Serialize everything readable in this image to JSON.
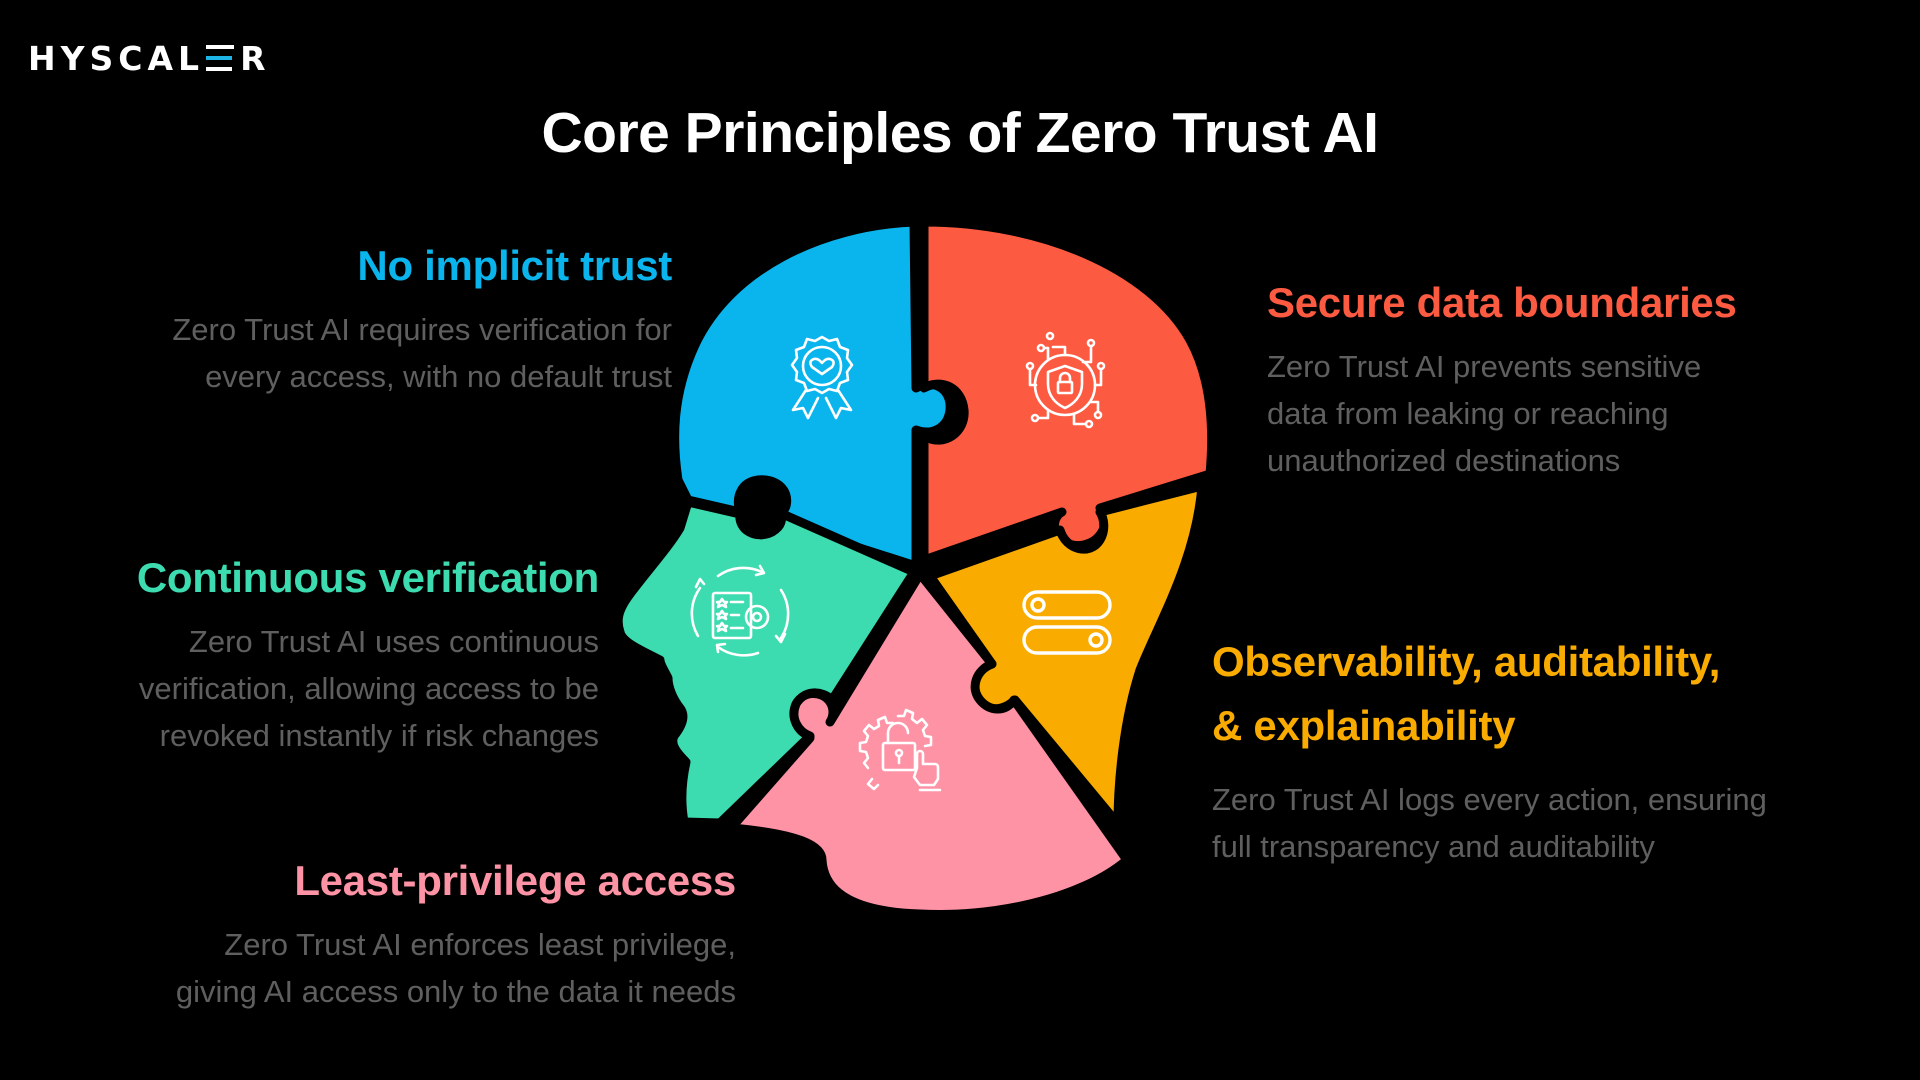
{
  "brand": {
    "logo_text_left": "HYSCAL",
    "logo_text_right": "R",
    "accent": "#1cb5e6"
  },
  "title": "Core Principles of Zero Trust AI",
  "principles": [
    {
      "id": "no-implicit-trust",
      "heading": "No implicit trust",
      "color": "#0ab4ec",
      "icon": "award-badge-check-icon",
      "lines": [
        "Zero Trust AI requires verification for",
        "every access, with no default trust"
      ]
    },
    {
      "id": "secure-data-boundaries",
      "heading": "Secure data boundaries",
      "color": "#fd5a42",
      "icon": "shield-lock-circuit-icon",
      "lines": [
        "Zero Trust AI prevents sensitive",
        "data from leaking or reaching",
        "unauthorized destinations"
      ]
    },
    {
      "id": "continuous-verification",
      "heading": "Continuous verification",
      "color": "#3ddbb0",
      "icon": "checklist-gear-cycle-icon",
      "lines": [
        "Zero Trust AI uses continuous",
        "verification, allowing access to be",
        "revoked instantly if risk changes"
      ]
    },
    {
      "id": "observability",
      "heading_lines": [
        "Observability, auditability,",
        "& explainability"
      ],
      "color": "#f9ab00",
      "icon": "toggle-switches-icon",
      "lines": [
        "Zero Trust AI logs every action, ensuring",
        "full transparency and auditability"
      ]
    },
    {
      "id": "least-privilege",
      "heading": "Least-privilege access",
      "color": "#fd93a5",
      "icon": "gear-unlock-hand-icon",
      "lines": [
        "Zero Trust AI enforces least privilege,",
        "giving AI access only to the data it needs"
      ]
    }
  ],
  "colors": {
    "background": "#000000",
    "body_text": "#5f5f5f",
    "title": "#ffffff"
  }
}
